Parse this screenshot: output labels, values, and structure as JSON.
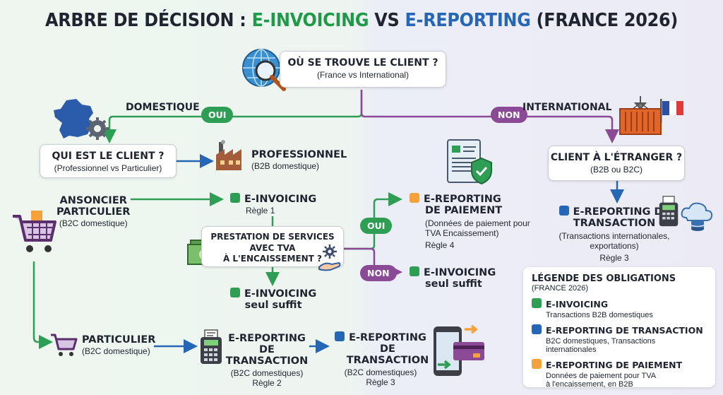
{
  "title": {
    "prefix": "ARBRE DE DÉCISION : ",
    "green": "E-INVOICING",
    "mid": " VS ",
    "blue": "E-REPORTING",
    "suffix": " (FRANCE 2026)"
  },
  "root": {
    "title": "OÙ SE TROUVE LE CLIENT ?",
    "sub": "(France vs International)"
  },
  "branches": {
    "domestic": "DOMESTIQUE",
    "international": "INTERNATIONAL",
    "yes": "OUI",
    "no": "NON"
  },
  "domestic_q": {
    "title": "QUI EST LE CLIENT ?",
    "sub": "(Professionnel vs Particulier)"
  },
  "professional": {
    "title": "PROFESSIONNEL",
    "sub": "(B2B domestique)"
  },
  "ansoncier": {
    "title1": "ANSONCIER",
    "title2": "PARTICULIER",
    "sub": "(B2C domestique)"
  },
  "einv_rule1": {
    "title": "E-INVOICING",
    "sub": "Règle 1"
  },
  "services_q": {
    "line1": "PRESTATION DE SERVICES",
    "line2": "AVEC TVA",
    "line3": "À L'ENCAISSEMENT ?"
  },
  "services_yes": "OUI",
  "services_no": "NON",
  "einv_only_1": {
    "line1": "E-INVOICING",
    "line2": "seul suffit"
  },
  "payment_report": {
    "line1": "E-REPORTING",
    "line2": "DE PAIEMENT",
    "sub1": "(Données de paiement pour",
    "sub2": "TVA Encaissement)",
    "rule": "Règle 4"
  },
  "einv_only_2": {
    "line1": "E-INVOICING",
    "line2": "seul suffit"
  },
  "individual": {
    "title": "PARTICULIER",
    "sub": "(B2C domestique)"
  },
  "trans_report_2": {
    "line1": "E-REPORTING",
    "line2": "DE TRANSACTION",
    "sub": "(B2C domestiques)",
    "rule": "Règle 2"
  },
  "trans_report_3": {
    "line1": "E-REPORTING",
    "line2": "DE TRANSACTION",
    "sub": "(B2C domestiques)",
    "rule": "Règle 3"
  },
  "intl_q": {
    "title": "CLIENT À L'ÉTRANGER ?",
    "sub": "(B2B ou B2C)"
  },
  "intl_report": {
    "line1": "E-REPORTING DE",
    "line2": "TRANSACTION",
    "sub1": "(Transactions internationales,",
    "sub2": "exportations)",
    "rule": "Règle 3"
  },
  "legend": {
    "title": "LÉGENDE DES OBLIGATIONS",
    "sub": "(FRANCE 2026)",
    "items": [
      {
        "label": "E-INVOICING",
        "desc": "Transactions B2B domestiques",
        "color": "#2f9e55"
      },
      {
        "label": "E-REPORTING DE TRANSACTION",
        "desc": "B2C domestiques, Transactions internationales",
        "color": "#2566b7"
      },
      {
        "label": "E-REPORTING DE PAIEMENT",
        "desc1": "Données de paiement pour TVA",
        "desc2": "à l'encaissement, en B2B",
        "color": "#f5a23c"
      }
    ]
  },
  "colors": {
    "green": "#2f9e55",
    "blue": "#2566b7",
    "orange": "#f5a23c",
    "purple": "#8a4a95"
  },
  "icons": [
    "globe-magnifier-icon",
    "france-map-gear-icon",
    "factory-icon",
    "shopping-cart-icon",
    "banknote-icon",
    "gear-icon",
    "hand-icon",
    "invoice-shield-icon",
    "container-crane-icon",
    "france-flag-icon",
    "payment-terminal-icon",
    "cloud-database-icon",
    "phone-card-icon",
    "small-cart-icon"
  ]
}
